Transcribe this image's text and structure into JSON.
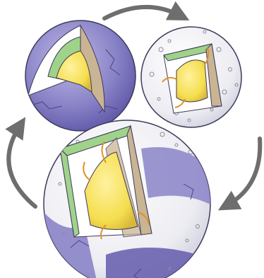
{
  "diagram": {
    "kind": "cycle",
    "direction": "clockwise",
    "stages": [
      {
        "name": "small-planet",
        "crust": "purple",
        "core": "yellow",
        "interior": "white",
        "ocean_layer": "green"
      },
      {
        "name": "cratered-planet",
        "crust": "white-speckled",
        "core": "yellow",
        "interior": "white",
        "ocean_layer": "green"
      },
      {
        "name": "large-planet",
        "crust": "purple-and-speckled",
        "core": "yellow",
        "interior": "white",
        "ocean_layer": "green"
      }
    ],
    "arrows": [
      {
        "from": "small-planet",
        "to": "cratered-planet"
      },
      {
        "from": "cratered-planet",
        "to": "large-planet"
      },
      {
        "from": "large-planet",
        "to": "small-planet"
      }
    ]
  },
  "colors": {
    "crust_purple": "#8a84c8",
    "crust_purple_dark": "#6b63b0",
    "crust_white": "#eeeef2",
    "speckle": "#8c8c99",
    "core_yellow": "#f5de4e",
    "core_shadow": "#d9b93a",
    "ocean_green": "#9fd38a",
    "interior_white": "#ffffff",
    "wedge_brown": "#c9b493",
    "arrow_gray": "#666666",
    "outline": "#3d3a5a",
    "tendril": "#e0922a"
  }
}
